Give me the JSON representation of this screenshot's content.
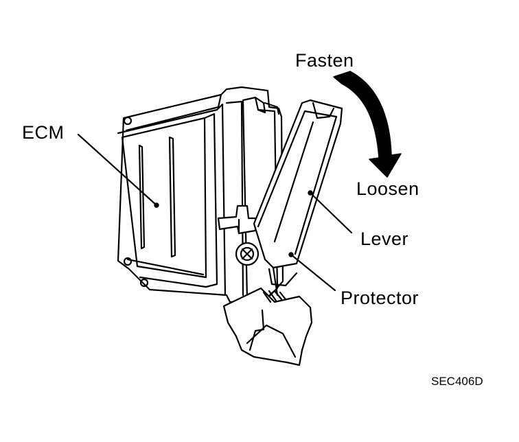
{
  "labels": {
    "ecm": "ECM",
    "fasten": "Fasten",
    "loosen": "Loosen",
    "lever": "Lever",
    "protector": "Protector",
    "figure_code": "SEC406D"
  },
  "colors": {
    "line": "#000000",
    "background": "#ffffff"
  },
  "icons": {
    "rotation_arrow": "curved-arrow-down-icon"
  }
}
